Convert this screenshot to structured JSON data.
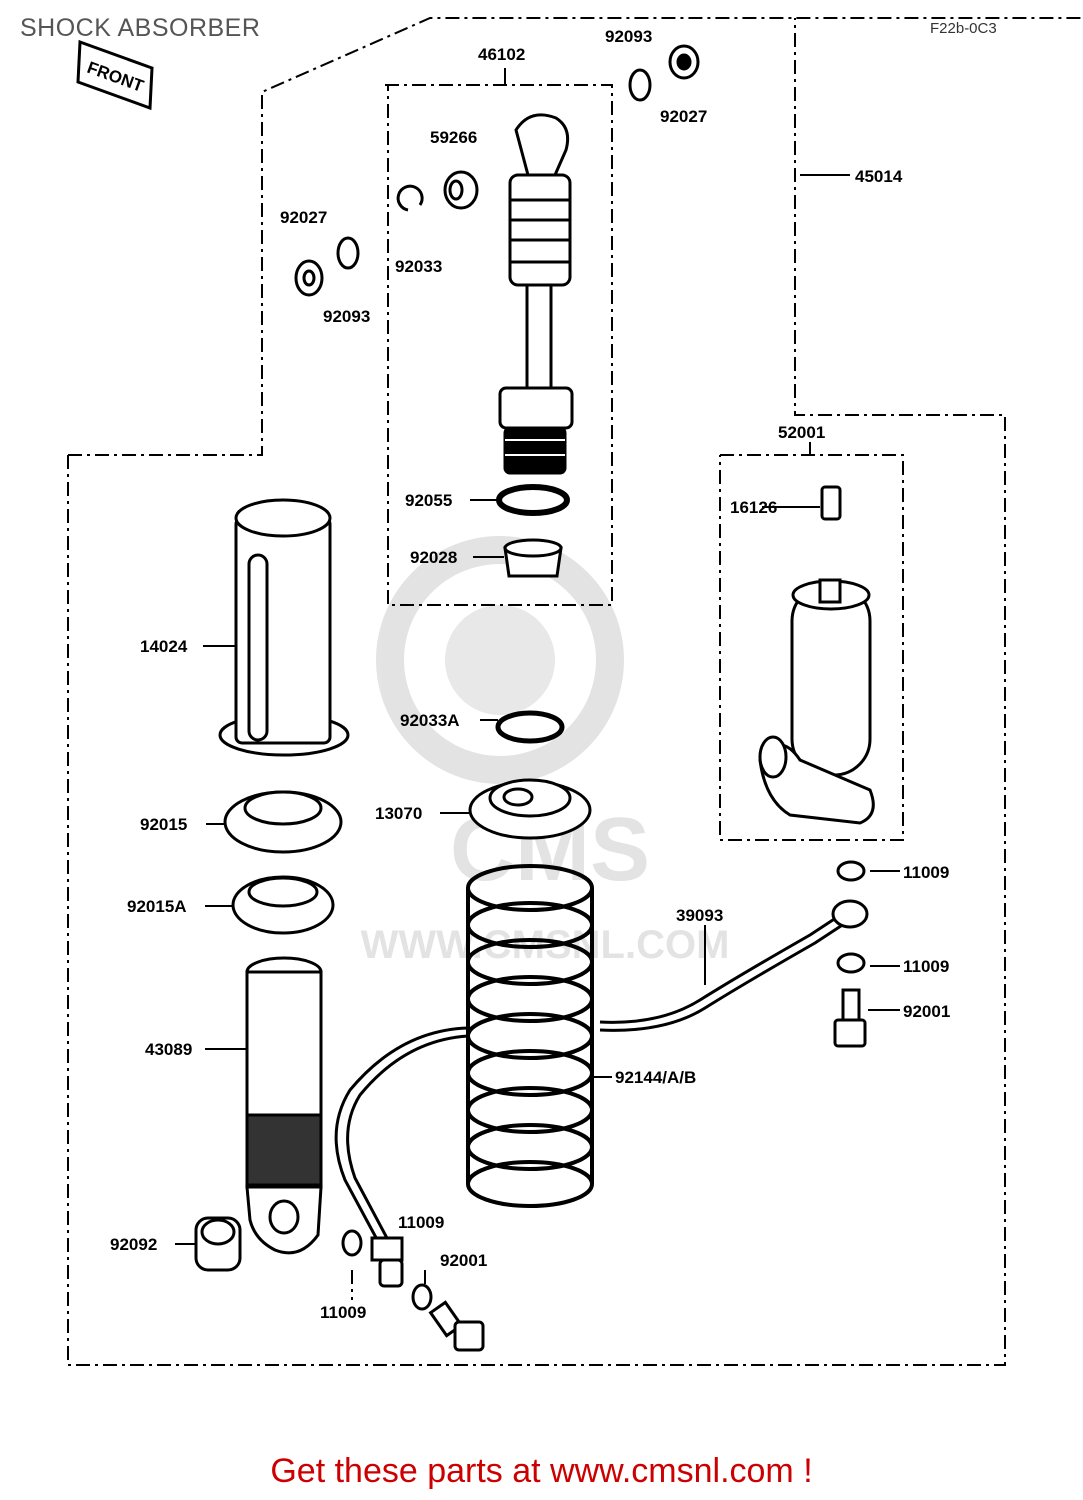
{
  "page": {
    "title": "SHOCK ABSORBER",
    "figure_code": "F22b-0C3"
  },
  "front_marker": "FRONT",
  "watermark": {
    "brand": "CMS",
    "url": "WWW.CMSNL.COM"
  },
  "parts": {
    "p46102": "46102",
    "p92093_top": "92093",
    "p92027_top": "92027",
    "p59266": "59266",
    "p45014": "45014",
    "p92027_left": "92027",
    "p92033": "92033",
    "p92093_left": "92093",
    "p52001": "52001",
    "p16126": "16126",
    "p92055": "92055",
    "p92028": "92028",
    "p14024": "14024",
    "p92033A": "92033A",
    "p92015": "92015",
    "p13070": "13070",
    "p11009_r1": "11009",
    "p92015A": "92015A",
    "p39093": "39093",
    "p11009_r2": "11009",
    "p92001_r": "92001",
    "p43089": "43089",
    "p92144": "92144/A/B",
    "p11009_b1": "11009",
    "p92092": "92092",
    "p92001_b": "92001",
    "p11009_b2": "11009"
  },
  "footer": {
    "link_text": "Get these parts at www.cmsnl.com !"
  }
}
